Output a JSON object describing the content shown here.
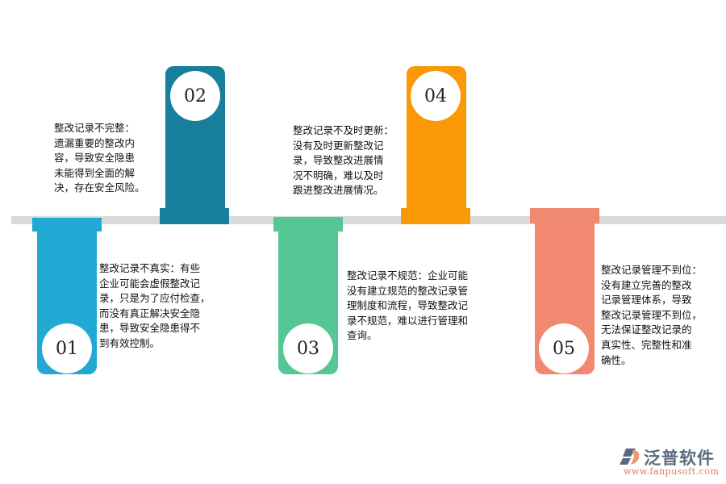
{
  "items": [
    {
      "number": "01",
      "color": "#21a9d3",
      "title": "整改记录不真实",
      "text": "整改记录不真实：有些企业可能会虚假整改记录，只是为了应付检查，而没有真正解决安全隐患，导致安全隐患得不到有效控制。",
      "lines": [
        "整改记录不真实：有些",
        "企业可能会虚假整改记",
        "录，只是为了应付检查，",
        "而没有真正解决安全隐",
        "患，导致安全隐患得不",
        "到有效控制。"
      ]
    },
    {
      "number": "02",
      "color": "#177e9b",
      "title": "整改记录不完整",
      "text": "整改记录不完整：遗漏重要的整改内容，导致安全隐患未能得到全面的解决，存在安全风险。",
      "lines": [
        "整改记录不完整：",
        "遗漏重要的整改内",
        "容，导致安全隐患",
        "未能得到全面的解",
        "决，存在安全风险。"
      ]
    },
    {
      "number": "03",
      "color": "#55c794",
      "title": "整改记录不规范",
      "text": "整改记录不规范：企业可能没有建立规范的整改记录管理制度和流程，导致整改记录不规范，难以进行管理和查询。",
      "lines": [
        "整改记录不规范：企业可能",
        "没有建立规范的整改记录管",
        "理制度和流程，导致整改记",
        "录不规范，难以进行管理和",
        "查询。"
      ]
    },
    {
      "number": "04",
      "color": "#fb9805",
      "title": "整改记录不及时更新",
      "text": "整改记录不及时更新：没有及时更新整改记录，导致整改进展情况不明确，难以及时跟进整改进展情况。",
      "lines": [
        "整改记录不及时更新：",
        "没有及时更新整改记",
        "录，导致整改进展情",
        "况不明确，难以及时",
        "跟进整改进展情况。"
      ]
    },
    {
      "number": "05",
      "color": "#f08970",
      "title": "整改记录管理不到位",
      "text": "整改记录管理不到位：没有建立完善的整改记录管理体系，导致整改记录管理不到位，无法保证整改记录的真实性、完整性和准确性。",
      "lines": [
        "整改记录管理不到位：",
        "没有建立完善的整改",
        "记录管理体系，导致",
        "整改记录管理不到位，",
        "无法保证整改记录的",
        "真实性、完整性和准",
        "确性。"
      ]
    }
  ],
  "timeline_color": "#d9d9d9",
  "logo": {
    "name": "泛普软件",
    "url": "www.fanpusoft.com",
    "icon": "fanpu-logo-icon"
  }
}
